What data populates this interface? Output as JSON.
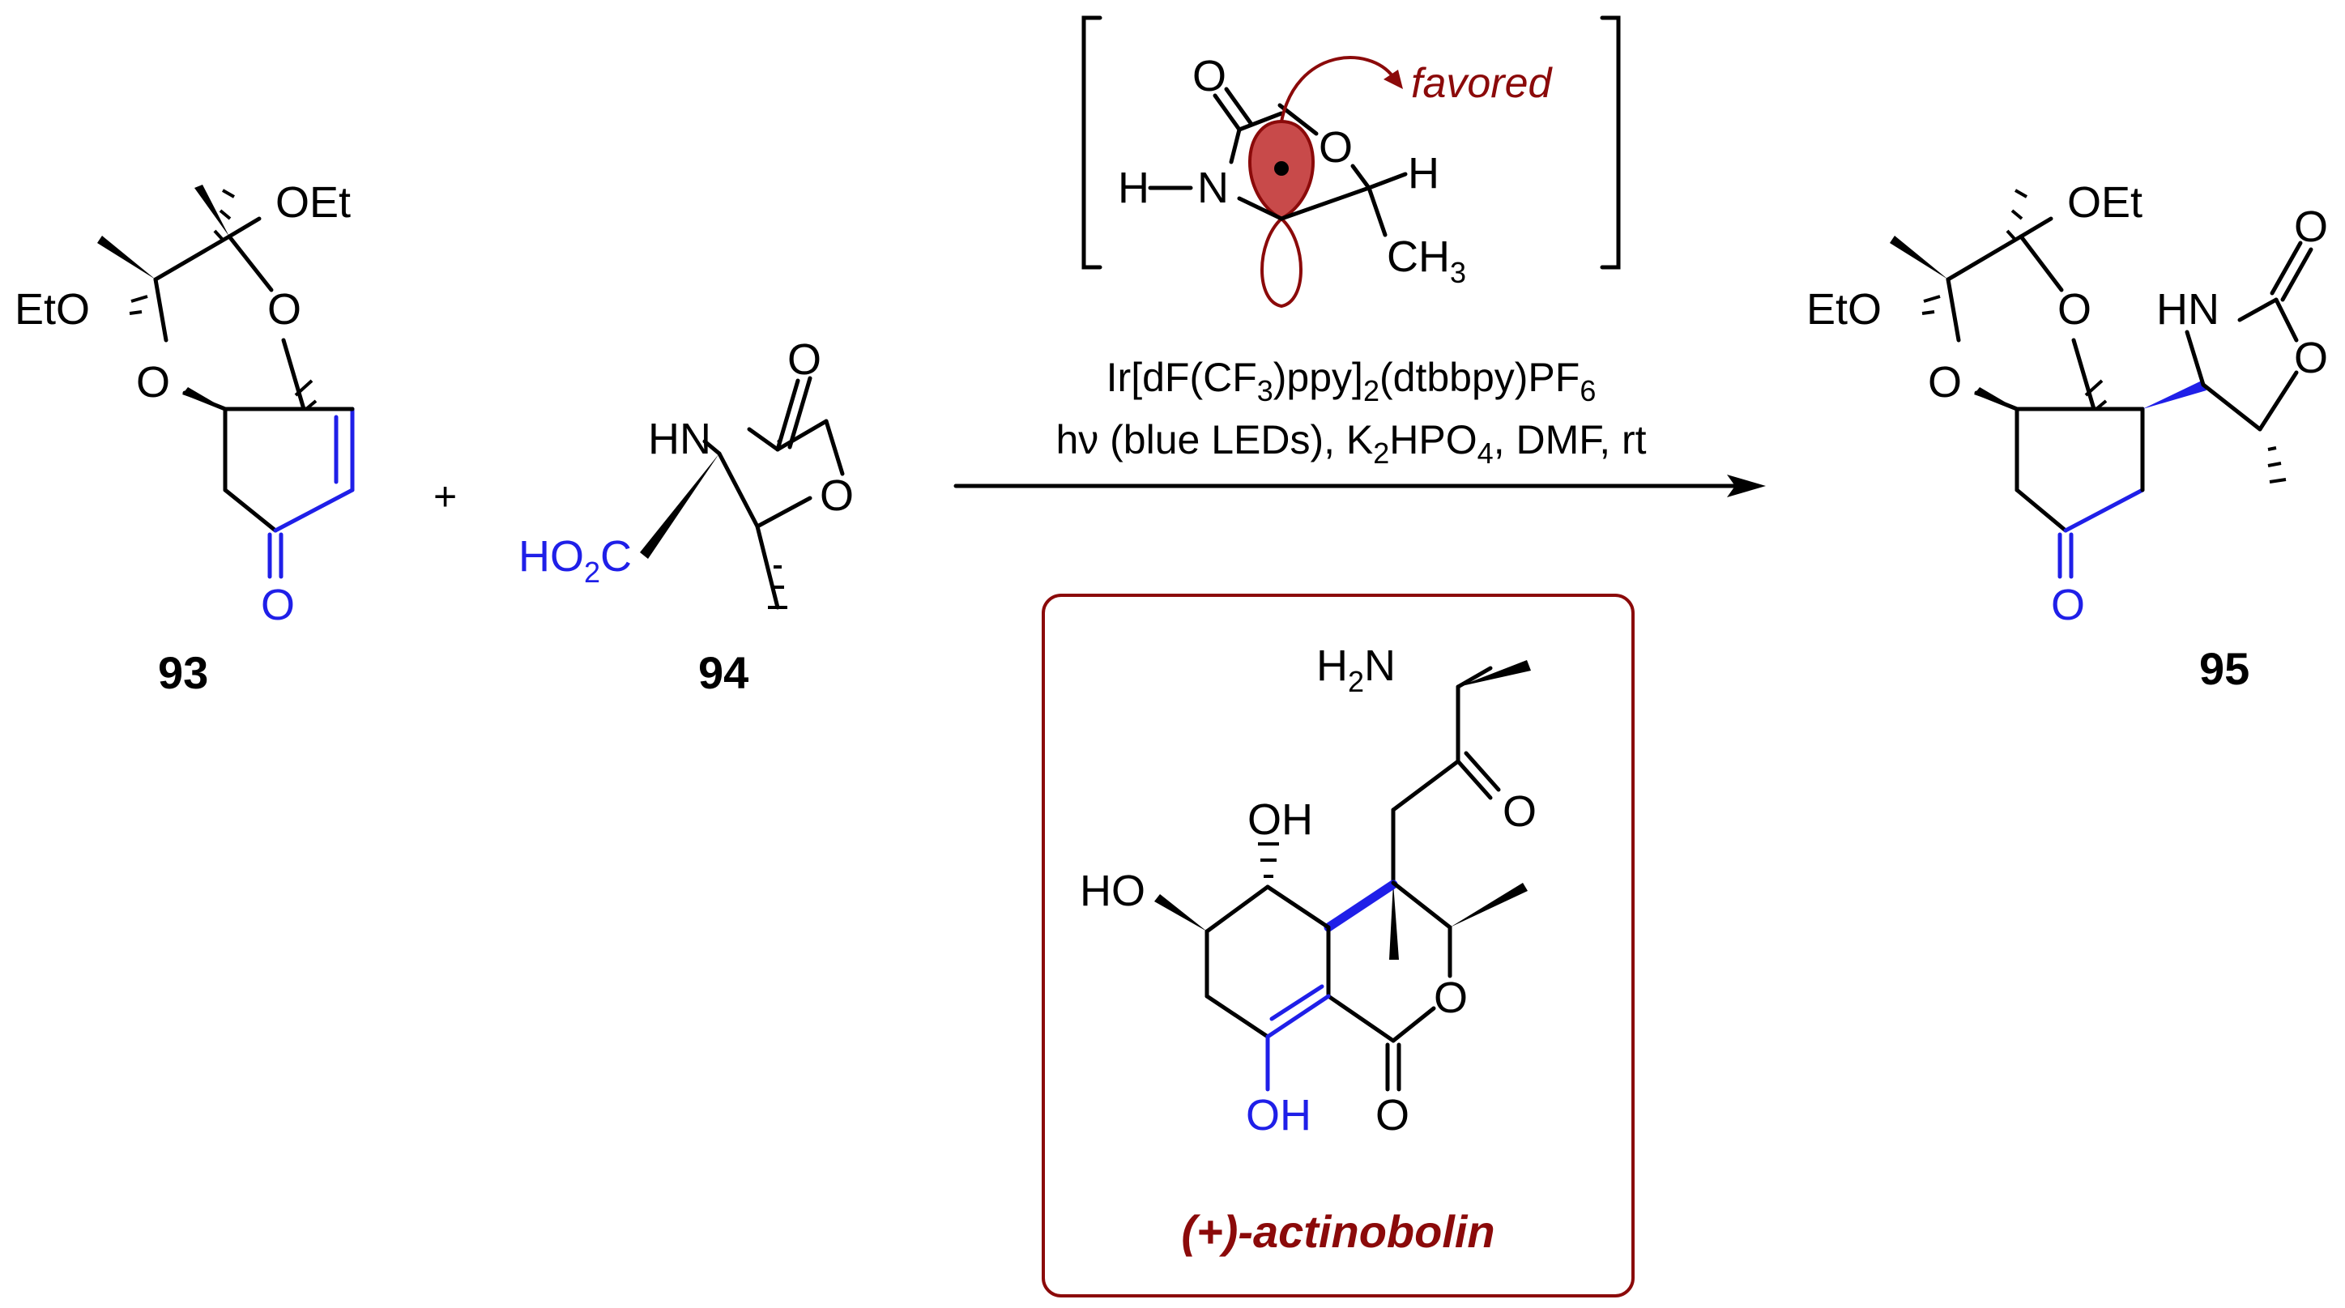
{
  "scheme": {
    "compounds": [
      {
        "id": "93",
        "label": "93"
      },
      {
        "id": "94",
        "label": "94"
      },
      {
        "id": "95",
        "label": "95"
      }
    ],
    "plus": "+",
    "atoms": {
      "oet": "OEt",
      "eto": "EtO",
      "o": "O",
      "hn": "HN",
      "ho2c_ho": "HO",
      "ho2c_2": "2",
      "ho2c_c": "C",
      "h": "H",
      "hminus": "H",
      "n": "N",
      "ch3_c": "CH",
      "ch3_3": "3",
      "oh": "OH",
      "ho": "HO",
      "h2n_h": "H",
      "h2n_2": "2",
      "h2n_n": "N"
    },
    "intermediate": {
      "note": "favored"
    },
    "conditions": {
      "line1": "Ir[dF(CF3)ppy]2(dtbbpy)PF6",
      "line2": "hν (blue LEDs), K2HPO4, DMF, rt"
    },
    "natural_product": {
      "name": "(+)-actinobolin"
    },
    "colors": {
      "blue": "#1f1fe8",
      "darkred": "#8b0a0a",
      "black": "#000000"
    }
  }
}
